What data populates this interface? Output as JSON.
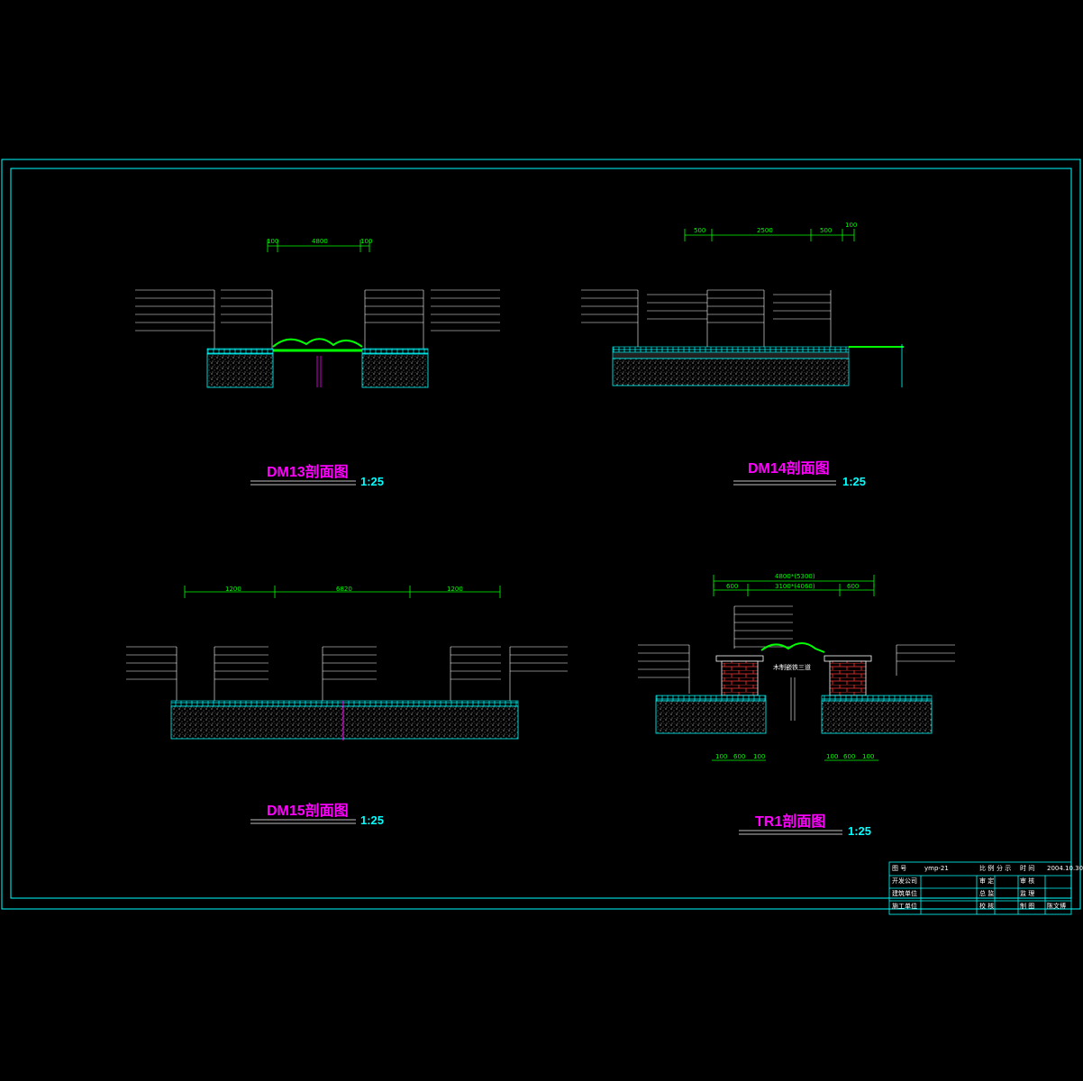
{
  "sections": [
    {
      "title": "DM13剖面图",
      "scale": "1:25",
      "dims": [
        "100",
        "4800",
        "100"
      ]
    },
    {
      "title": "DM14剖面图",
      "scale": "1:25",
      "dims": [
        "500",
        "2500",
        "500",
        "100"
      ]
    },
    {
      "title": "DM15剖面图",
      "scale": "1:25",
      "dims": [
        "1200",
        "6820",
        "1200"
      ]
    },
    {
      "title": "TR1剖面图",
      "scale": "1:25",
      "dims_top": [
        "4800*(5300)"
      ],
      "dims_mid": [
        "600",
        "3100*(4060)",
        "600"
      ],
      "dims_bottom": [
        "100",
        "600",
        "100",
        "100",
        "600",
        "100"
      ],
      "annotation": "木制嵌铁三道"
    }
  ],
  "title_block": {
    "drawing_no_label": "图 号",
    "drawing_no": "ymp-21",
    "row1_right": [
      "比 例",
      "分 示",
      "时 间",
      "2004.10.30"
    ],
    "company": "开发公司",
    "company_cols": [
      "审 定",
      "审 核"
    ],
    "design": "建筑单位",
    "design_cols": [
      "总 监",
      "监 理"
    ],
    "construct": "施工单位",
    "construct_cols": [
      "校 核",
      "制 图",
      "陈文博"
    ]
  }
}
